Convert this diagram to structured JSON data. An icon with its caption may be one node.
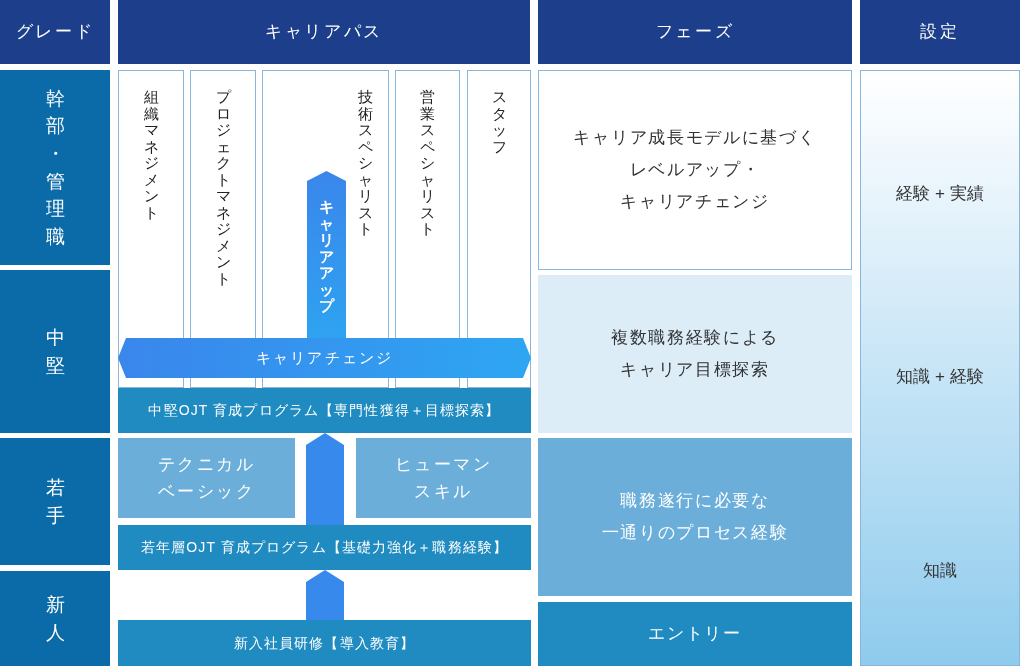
{
  "diagram": {
    "nodes": [
      {
        "text": [
          "グレード"
        ]
      },
      {
        "text": [
          "キャリアパス"
        ]
      },
      {
        "text": [
          "フェーズ"
        ]
      },
      {
        "text": [
          "設定"
        ]
      },
      {
        "text": [
          "幹部・管理職"
        ]
      },
      {
        "text": [
          "中堅"
        ]
      },
      {
        "text": [
          "若手"
        ]
      },
      {
        "text": [
          "新人"
        ]
      },
      {
        "text": [
          "組織マネジメント"
        ]
      },
      {
        "text": [
          "プロジェクトマネジメント"
        ]
      },
      {
        "text": [
          "技術スペシャリスト"
        ]
      },
      {
        "text": [
          "営業スペシャリスト"
        ]
      },
      {
        "text": [
          "スタッフ"
        ]
      },
      {
        "text": [
          "キャリアアップ"
        ],
        "in": 10
      },
      {
        "text": [
          "キャリアチェンジ"
        ]
      },
      {
        "text": [
          "中堅OJT 育成プログラム【専門性獲得＋目標探索】"
        ]
      },
      {
        "text": [
          "テクニカルベーシック"
        ]
      },
      {
        "text": [
          "ヒューマンスキル"
        ]
      },
      {
        "text": [
          "若年層OJT 育成プログラム【基礎力強化＋職務経験】"
        ]
      },
      {
        "text": [
          "新入社員研修【導入教育】"
        ]
      },
      {
        "text": [
          "キャリア成長モデルに基づく",
          "レベルアップ・",
          "キャリアチェンジ"
        ]
      },
      {
        "text": [
          "複数職務経験によるキャリア目標探索"
        ]
      },
      {
        "text": [
          "職務遂行に必要な",
          "一通りのプロセス経験"
        ]
      },
      {
        "text": [
          "エントリー"
        ]
      },
      {
        "text": [
          "経験 + 実績",
          "知識 + 経験",
          "知識"
        ]
      }
    ],
    "edges": [
      {
        "from": 19,
        "to": 18,
        "arrow": "to"
      },
      {
        "from": 18,
        "to": 15,
        "arrow": "to"
      }
    ]
  }
}
